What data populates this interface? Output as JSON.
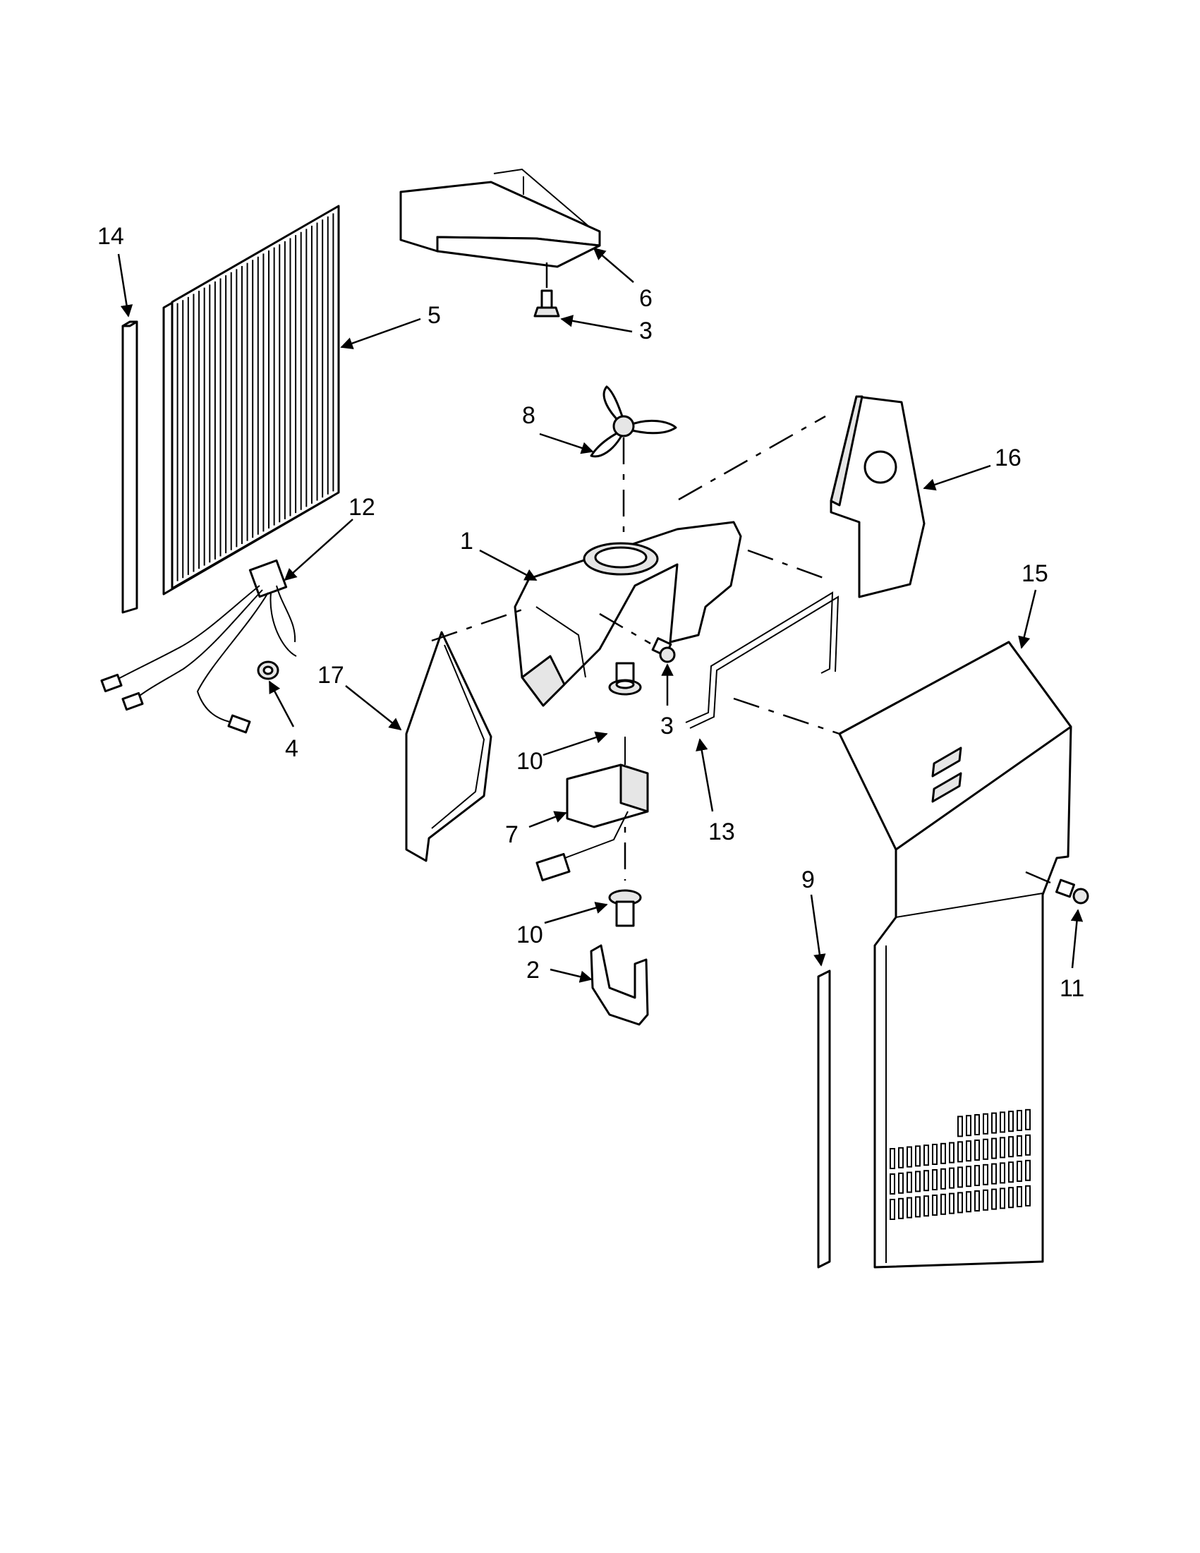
{
  "callouts": {
    "c1": "1",
    "c2": "2",
    "c3a": "3",
    "c3b": "3",
    "c4": "4",
    "c5": "5",
    "c6": "6",
    "c7": "7",
    "c8": "8",
    "c9": "9",
    "c10a": "10",
    "c10b": "10",
    "c11": "11",
    "c12": "12",
    "c13": "13",
    "c14": "14",
    "c15": "15",
    "c16": "16",
    "c17": "17"
  }
}
